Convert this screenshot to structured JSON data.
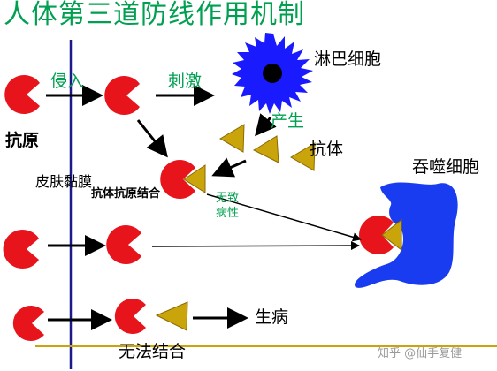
{
  "title": "人体第三道防线作用机制",
  "labels": {
    "antigen": "抗原",
    "invade": "侵入",
    "stimulate": "刺激",
    "lymphocyte": "淋巴细胞",
    "produce": "产生",
    "antibody": "抗体",
    "barrier": "皮肤黏膜",
    "complex": "抗体抗原结合",
    "no_pathogenic_1": "无致",
    "no_pathogenic_2": "病性",
    "phagocyte": "吞噬细胞",
    "disease": "生病",
    "cannot_bind": "无法结合",
    "watermark": "知乎 @仙手复健"
  },
  "colors": {
    "title": "#00a050",
    "antigen": "#e8141c",
    "antibody": "#c9a40a",
    "lymphocyte": "#1a1aff",
    "phagocyte": "#1a3cf0",
    "barrier_line": "#1a1a8c",
    "arrow": "#000000"
  }
}
